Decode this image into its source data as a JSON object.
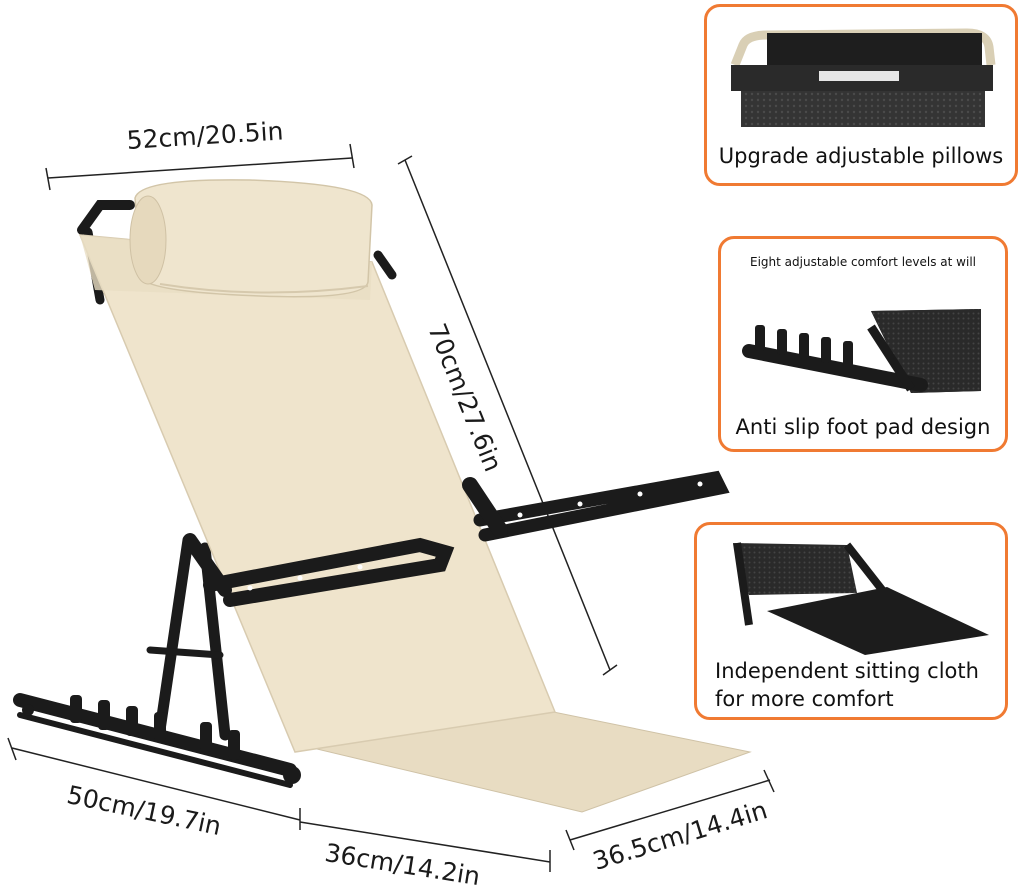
{
  "dimensions": {
    "top_width": "52cm/20.5in",
    "height": "70cm/27.6in",
    "base_length": "50cm/19.7in",
    "seat_length": "36cm/14.2in",
    "seat_width": "36.5cm/14.4in"
  },
  "features": [
    {
      "title": "Upgrade adjustable pillows"
    },
    {
      "header": "Eight adjustable comfort levels at will",
      "title": "Anti slip foot pad design"
    },
    {
      "title_line1": "Independent sitting cloth",
      "title_line2": "for more comfort"
    }
  ],
  "colors": {
    "accent": "#f07a32",
    "fabric": "#efe4cc",
    "frame": "#1b1b1b"
  }
}
